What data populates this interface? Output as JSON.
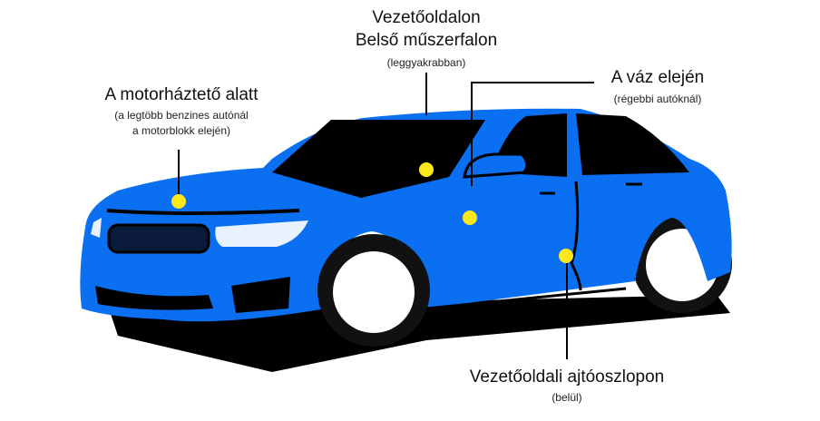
{
  "colors": {
    "car_body": "#0a6ff0",
    "marker": "#ffe81a",
    "window": "#000000"
  },
  "labels": {
    "hood": {
      "title": "A motorháztető alatt",
      "sub1": "(a legtöbb benzines autónál",
      "sub2": "a motorblokk elején)"
    },
    "dashboard": {
      "title1": "Vezetőoldalon",
      "title2": "Belső műszerfalon",
      "sub": "(leggyakrabban)"
    },
    "frame": {
      "title": "A váz elején",
      "sub": "(régebbi autóknál)"
    },
    "door_pillar": {
      "title": "Vezetőoldali ajtóoszlopon",
      "sub": "(belül)"
    }
  }
}
